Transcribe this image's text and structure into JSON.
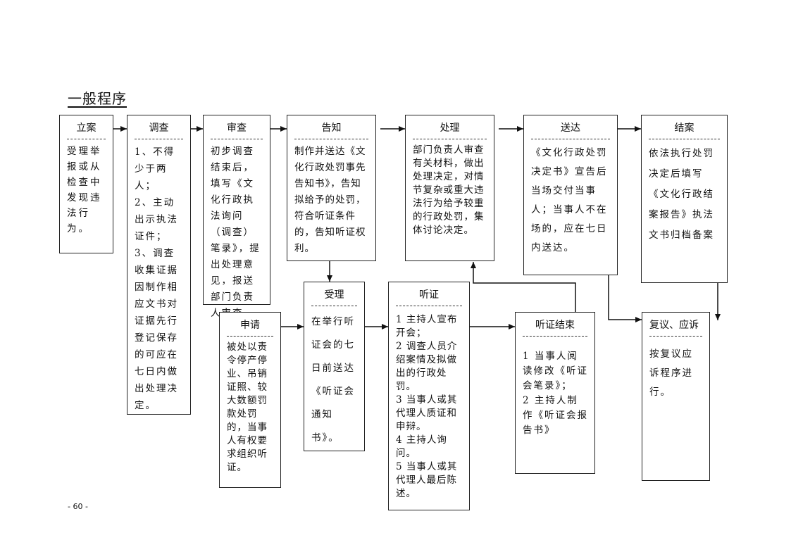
{
  "title": "一般程序",
  "page_number": "- 60 -",
  "nodes": {
    "lian": {
      "header": "立案",
      "lines": [
        "受理举报或从检查中发现违法行为。"
      ]
    },
    "diaocha": {
      "header": "调查",
      "lines": [
        "1、不得少于两人；",
        "2、主动出示执法证件；",
        "3、调查收集证据因制作相应文书对证据先行登记保存的可应在七日内做出处理决定。"
      ]
    },
    "shencha": {
      "header": "审查",
      "lines": [
        "初步调查结束后，填写《文化行政执法询问（调查）笔录》，提出处理意见，报送部门负责人审查。"
      ]
    },
    "gaozhi": {
      "header": "告知",
      "lines": [
        "制作并送达《文化行政处罚事先告知书》，告知拟给予的处罚，符合听证条件的，告知听证权利。"
      ]
    },
    "chuli": {
      "header": "处理",
      "lines": [
        "部门负责人审查有关材料，做出处理决定，对情节复杂或重大违法行为给予较重的行政处罚，集体讨论决定。"
      ]
    },
    "songda": {
      "header": "送达",
      "lines": [
        "《文化行政处罚决定书》宣告后当场交付当事人；当事人不在场的，应在七日内送达。"
      ]
    },
    "jiean": {
      "header": "结案",
      "lines": [
        "依法执行处罚决定后填写《文化行政结案报告》执法文书归档备案"
      ]
    },
    "shenqing": {
      "header": "申请",
      "lines": [
        "被处以责令停产停业、吊销证照、较大数额罚款处罚的，当事人有权要求组织听证。"
      ]
    },
    "shouli": {
      "header": "受理",
      "lines": [
        "在举行听证会的七日前送达《听证会通知书》。"
      ]
    },
    "tingzheng": {
      "header": "听证",
      "lines": [
        "1 主持人宣布开会；",
        "2 调查人员介绍案情及拟做出的行政处罚。",
        "3 当事人或其代理人质证和申辩。",
        "4 主持人询问。",
        "5 当事人或其代理人最后陈述。"
      ]
    },
    "tingzheng_end": {
      "header": "听证结束",
      "lines": [
        "1 当事人阅读修改《听证会笔录》；",
        "2 主持人制作《听证会报告书》"
      ]
    },
    "fuyi": {
      "header": "复议、应诉",
      "lines": [
        "按复议应诉程序进行。"
      ]
    }
  }
}
